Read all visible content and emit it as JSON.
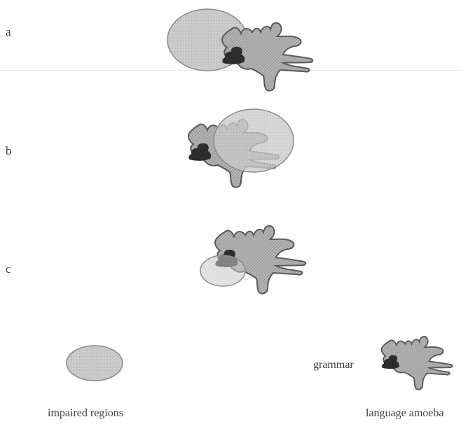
{
  "panels": [
    {
      "label": "a"
    },
    {
      "label": "b"
    },
    {
      "label": "c"
    }
  ],
  "legend": {
    "impaired": "impaired regions",
    "grammar": "grammar",
    "amoeba": "language amoeba"
  },
  "colors": {
    "impaired_fill": "#c8c8c8",
    "impaired_stroke": "#8a8a8a",
    "amoeba_fill": "#a7a7a7",
    "amoeba_stroke": "#5a5a5a",
    "grammar_fill": "#2d2d2d",
    "text": "#3f3f3f"
  }
}
